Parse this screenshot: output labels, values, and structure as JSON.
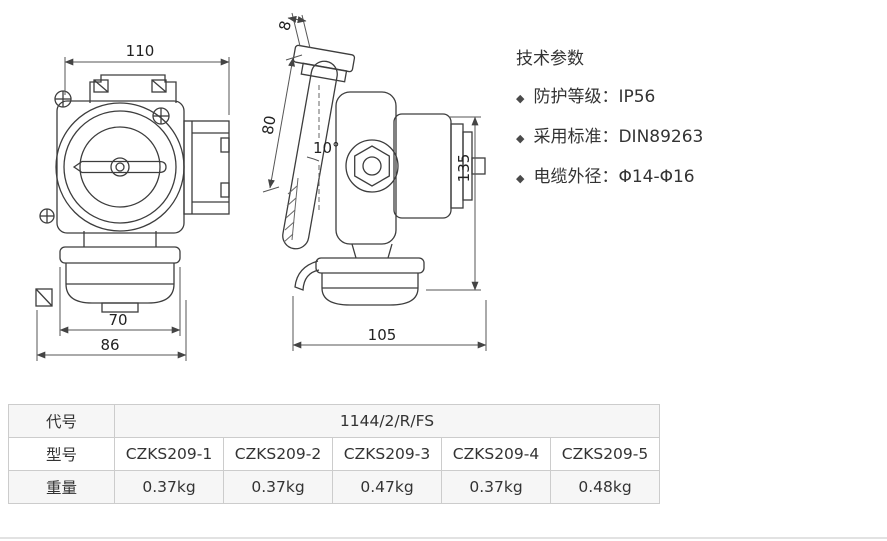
{
  "tech_params": {
    "title": "技术参数",
    "bullet": "◆",
    "items": [
      "防护等级：IP56",
      "采用标准：DIN89263",
      "电缆外径：Φ14-Φ16"
    ]
  },
  "drawings": {
    "front_view": {
      "dim_width_top": "110",
      "dim_width_inner": "70",
      "dim_width_outer": "86"
    },
    "side_view": {
      "dim_flange_thickness": "8",
      "dim_plate_height": "80",
      "dim_tilt_angle": "10°",
      "dim_total_height": "135",
      "dim_total_depth": "105"
    }
  },
  "spec_table": {
    "code_label": "代号",
    "code_value": "1144/2/R/FS",
    "model_label": "型号",
    "models": [
      "CZKS209-1",
      "CZKS209-2",
      "CZKS209-3",
      "CZKS209-4",
      "CZKS209-5"
    ],
    "weight_label": "重量",
    "weights": [
      "0.37kg",
      "0.37kg",
      "0.47kg",
      "0.37kg",
      "0.48kg"
    ]
  }
}
